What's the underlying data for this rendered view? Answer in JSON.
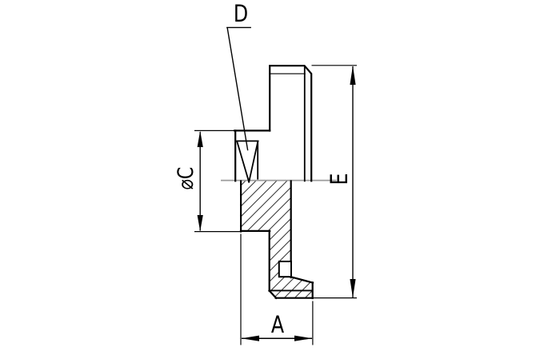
{
  "drawing": {
    "type": "technical-section-drawing",
    "labels": {
      "d": "D",
      "phi_c": "⌀C",
      "e": "E",
      "a": "A"
    },
    "colors": {
      "line": "#000000",
      "centerline": "#9b9b9b",
      "hatch": "#3a3a3a",
      "background": "#ffffff"
    }
  }
}
